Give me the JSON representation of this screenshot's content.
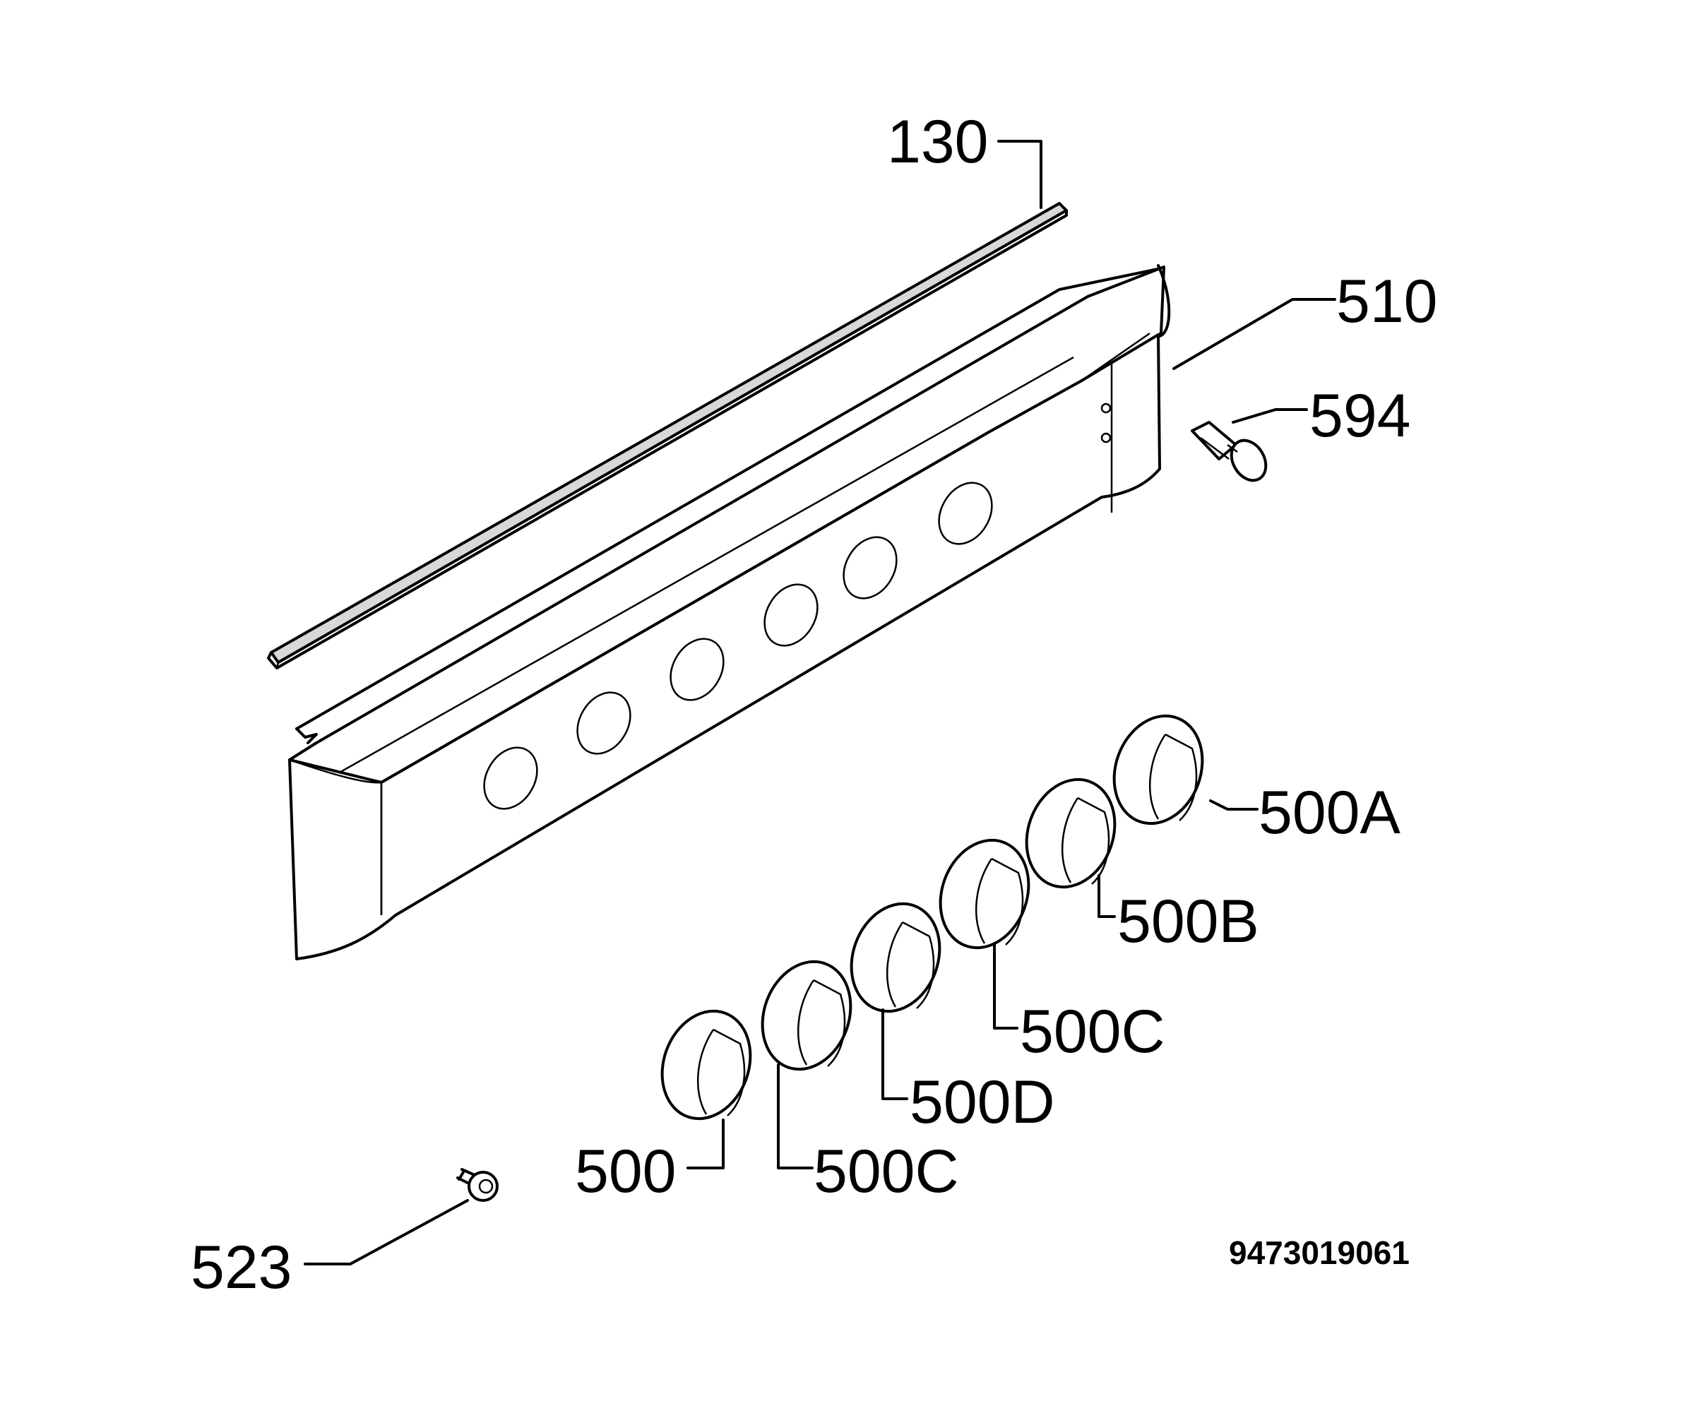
{
  "diagram": {
    "part_labels": {
      "strip": "130",
      "panel": "510",
      "lamp": "594",
      "knob_a": "500A",
      "knob_b": "500B",
      "knob_c1": "500C",
      "knob_d": "500D",
      "knob_c2": "500C",
      "knob_base": "500",
      "screw": "523"
    },
    "drawing_number": "9473019061"
  },
  "colors": {
    "line": "#000000",
    "background": "#ffffff",
    "strip_fill": "#d8d8d8"
  }
}
